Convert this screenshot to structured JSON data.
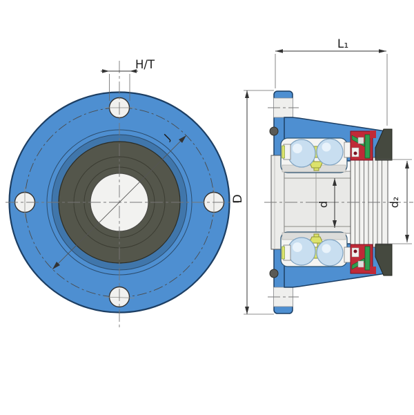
{
  "drawing": {
    "type": "engineering-drawing",
    "subject": "flanged-hub-bearing-unit",
    "front": {
      "dim_bolt_hole": "H/T",
      "dim_bolt_circle": "J"
    },
    "section": {
      "dim_outer_diameter": "D",
      "dim_total_width": "L₁",
      "dim_bore_diameter": "d",
      "dim_shaft_diameter": "d₂"
    },
    "colors": {
      "housing": "#4e8fd1",
      "housing_dark": "#4076ab",
      "outline": "#1c3e63",
      "seal_ring_dark": "#54564b",
      "ball": "#c8def0",
      "cage": "#dce26b",
      "seal_red": "#c02a38",
      "seal_green": "#2f9e50",
      "flinger": "#45493f",
      "metal_light": "#e9e9e7",
      "bore_white": "#f2f2f0"
    }
  }
}
